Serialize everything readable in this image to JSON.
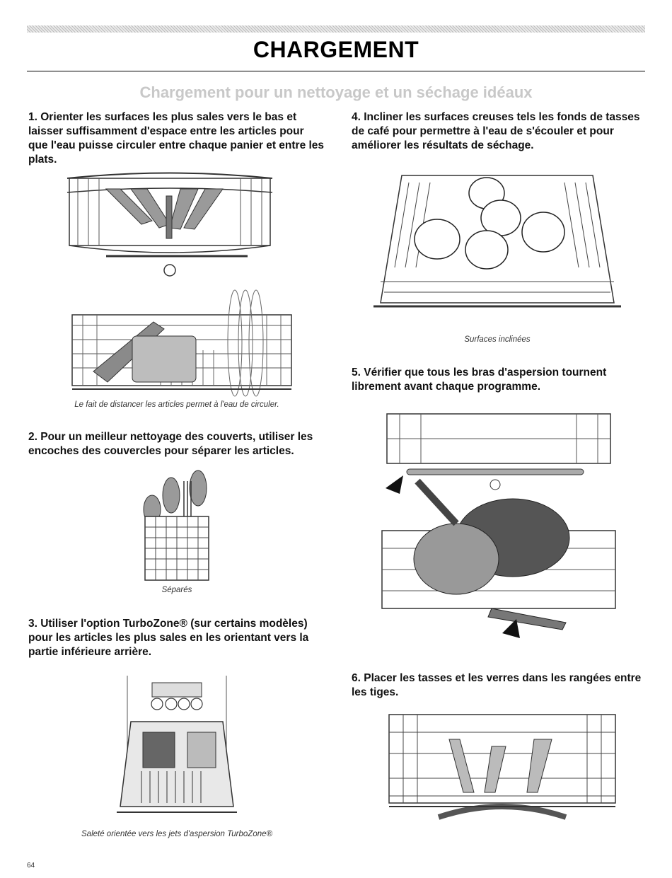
{
  "header": {
    "title": "CHARGEMENT",
    "subtitle": "Chargement pour un nettoyage et un séchage idéaux"
  },
  "steps": [
    {
      "text": "1. Orienter les surfaces les plus sales vers le bas et laisser suffisamment d'espace entre les articles pour que l'eau puisse circuler entre chaque panier et entre les plats."
    },
    {
      "text": "2. Pour un meilleur nettoyage des couverts, utiliser les encoches des couvercles pour séparer les articles."
    },
    {
      "text": "3. Utiliser l'option TurboZone® (sur certains modèles) pour les articles les plus sales en les orientant vers la partie inférieure arrière."
    },
    {
      "text": "4. Incliner les surfaces creuses tels les fonds de tasses de café pour permettre à l'eau de s'écouler et pour améliorer les résultats de séchage."
    },
    {
      "text": "5. Vérifier que tous les bras d'aspersion tournent librement avant chaque programme."
    },
    {
      "text": "6. Placer les tasses et les verres dans les rangées entre les tiges."
    }
  ],
  "captions": {
    "spacing": "Le fait de distancer les articles permet à l'eau de circuler.",
    "separated": "Séparés",
    "turbozone": "Saleté orientée vers les jets d'aspersion TurboZone®",
    "inclined": "Surfaces inclinées"
  },
  "footer": {
    "page_number": "64"
  }
}
